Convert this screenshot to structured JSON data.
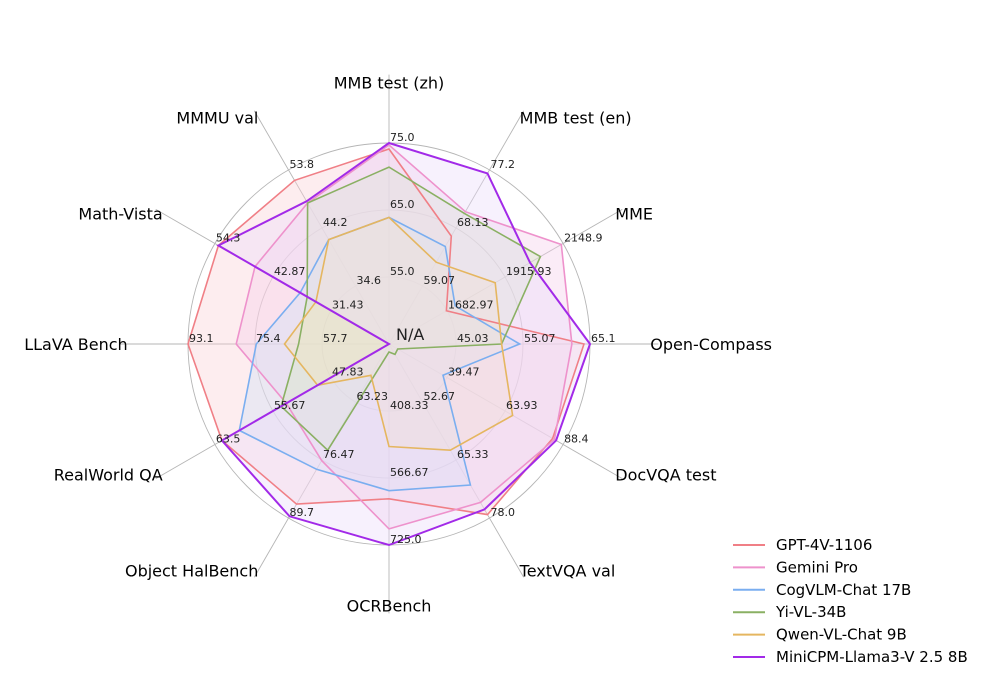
{
  "chart_data": {
    "type": "radar",
    "center_label": "N/A",
    "legend_position": "bottom-right",
    "axes": [
      {
        "label": "Open-Compass",
        "ticks": [
          "45.03",
          "55.07",
          "65.1"
        ],
        "max": 65.1
      },
      {
        "label": "MME",
        "ticks": [
          "1682.97",
          "1915.93",
          "2148.9"
        ],
        "max": 2148.9
      },
      {
        "label": "MMB test (en)",
        "ticks": [
          "59.07",
          "68.13",
          "77.2"
        ],
        "max": 77.2
      },
      {
        "label": "MMB test (zh)",
        "ticks": [
          "55.0",
          "65.0",
          "75.0"
        ],
        "max": 75.0
      },
      {
        "label": "MMMU val",
        "ticks": [
          "34.6",
          "44.2",
          "53.8"
        ],
        "max": 53.8
      },
      {
        "label": "Math-Vista",
        "ticks": [
          "31.43",
          "42.87",
          "54.3"
        ],
        "max": 54.3
      },
      {
        "label": "LLaVA Bench",
        "ticks": [
          "57.7",
          "75.4",
          "93.1"
        ],
        "max": 93.1
      },
      {
        "label": "RealWorld QA",
        "ticks": [
          "47.83",
          "55.67",
          "63.5"
        ],
        "max": 63.5
      },
      {
        "label": "Object HalBench",
        "ticks": [
          "63.23",
          "76.47",
          "89.7"
        ],
        "max": 89.7
      },
      {
        "label": "OCRBench",
        "ticks": [
          "408.33",
          "566.67",
          "725.0"
        ],
        "max": 725.0
      },
      {
        "label": "TextVQA val",
        "ticks": [
          "52.67",
          "65.33",
          "78.0"
        ],
        "max": 78.0
      },
      {
        "label": "DocVQA test",
        "ticks": [
          "39.47",
          "63.93",
          "88.4"
        ],
        "max": 88.4
      }
    ],
    "series": [
      {
        "name": "GPT-4V-1106",
        "color": "#f07f86",
        "fill": "#fbd2d6",
        "values": [
          0.97,
          0.33,
          0.62,
          0.97,
          0.94,
          0.98,
          1.0,
          0.96,
          0.92,
          0.77,
          0.98,
          0.94
        ]
      },
      {
        "name": "Gemini Pro",
        "color": "#ee92cc",
        "fill": "#f6d0ea",
        "values": [
          0.91,
          0.99,
          0.76,
          0.99,
          0.81,
          0.77,
          0.76,
          0.59,
          0.67,
          0.92,
          0.91,
          0.95
        ]
      },
      {
        "name": "CogVLM-Chat 17B",
        "color": "#7aaef0",
        "fill": "#cfe0f8",
        "values": [
          0.65,
          0.38,
          0.56,
          0.63,
          0.6,
          0.51,
          0.66,
          0.86,
          0.72,
          0.73,
          0.81,
          0.31
        ]
      },
      {
        "name": "Yi-VL-34B",
        "color": "#8ab063",
        "fill": "#d8e8c6",
        "values": [
          0.56,
          0.87,
          0.75,
          0.88,
          0.81,
          0.47,
          0.45,
          0.62,
          0.61,
          0.04,
          0.06,
          0.05
        ]
      },
      {
        "name": "Qwen-VL-Chat 9B",
        "color": "#e5b660",
        "fill": "#f5e3bd",
        "values": [
          0.56,
          0.61,
          0.47,
          0.63,
          0.6,
          0.42,
          0.52,
          0.41,
          0.18,
          0.51,
          0.61,
          0.71
        ]
      },
      {
        "name": "MiniCPM-Llama3-V 2.5 8B",
        "color": "#a22ae8",
        "fill": "#ecdcfb",
        "values": [
          1.0,
          0.81,
          0.98,
          1.0,
          0.82,
          0.98,
          0.0,
          0.96,
          0.99,
          1.0,
          0.95,
          0.96
        ]
      }
    ]
  }
}
